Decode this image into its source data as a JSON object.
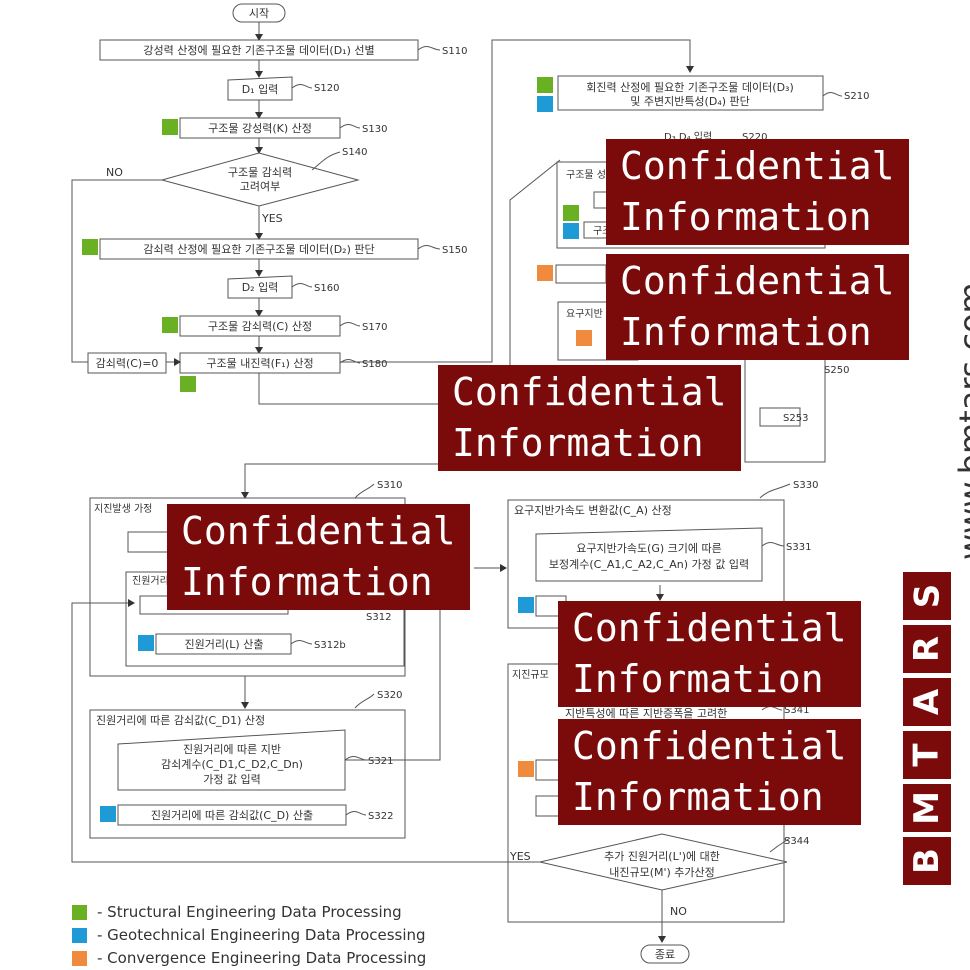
{
  "nodes": {
    "start": "시작",
    "s110": "강성력 산정에 필요한 기존구조물 데이터(D₁) 선별",
    "s120": "D₁ 입력",
    "s130": "구조물 강성력(K) 산정",
    "s140_line1": "구조물 감쇠력",
    "s140_line2": "고려여부",
    "s150": "감쇠력 산정에 필요한 기존구조물 데이터(D₂) 판단",
    "s160": "D₂ 입력",
    "s170": "구조물 감쇠력(C) 산정",
    "s180": "구조물 내진력(F₁) 산정",
    "c_zero": "감쇠력(C)=0",
    "s210_line1": "회진력 산정에 필요한 기존구조물 데이터(D₃)",
    "s210_line2": "및 주변지반특성(D₄) 판단",
    "s312b": "진원거리(L) 산출",
    "s320_title": "진원거리에 따른 감쇠값(C_D1) 산정",
    "s321_line1": "진원거리에 따른 지반",
    "s321_line2": "감쇠계수(C_D1,C_D2,C_Dn)",
    "s321_line3": "가정 값 입력",
    "s322": "진원거리에 따른 감쇠값(C_D) 산출",
    "s330_title": "요구지반가속도 변환값(C_A) 산정",
    "s331_line1": "요구지반가속도(G) 크기에 따른",
    "s331_line2": "보정계수(C_A1,C_A2,C_An) 가정 값 입력",
    "s341": "지반특성에 따른 지반증폭을 고려한",
    "s344_line1": "추가 진원거리(L')에 대한",
    "s344_line2": "내진규모(M') 추가산정",
    "end": "종료",
    "frag_s310": "지진발생 가정",
    "frag_s312": "진원거리",
    "frag_s340": "지진규모",
    "frag_s230": "구조물 성",
    "frag_s230b": "구조",
    "frag_s240": "요구지반",
    "frag_s220": "D₃ D₄ 입력"
  },
  "step_labels": {
    "s110": "S110",
    "s120": "S120",
    "s130": "S130",
    "s140": "S140",
    "s150": "S150",
    "s160": "S160",
    "s170": "S170",
    "s180": "S180",
    "s210": "S210",
    "s220": "S220",
    "s250": "S250",
    "s253": "S253",
    "s310": "S310",
    "s312": "S312",
    "s312b": "S312b",
    "s320": "S320",
    "s321": "S321",
    "s322": "S322",
    "s330": "S330",
    "s331": "S331",
    "s341": "S341",
    "s344": "S344"
  },
  "branch": {
    "no": "NO",
    "yes": "YES",
    "yes2": "YES",
    "no2": "NO"
  },
  "redaction": "Confidential\nInformation",
  "legend": [
    {
      "color": "#6ab023",
      "label": "- Structural Engineering Data Processing"
    },
    {
      "color": "#1e9ad6",
      "label": "- Geotechnical Engineering Data Processing"
    },
    {
      "color": "#f08a3c",
      "label": "- Convergence Engineering Data Processing"
    }
  ],
  "brand": {
    "letters": [
      "B",
      "M",
      "T",
      "A",
      "R",
      "S"
    ],
    "url": "www.bmtars.com"
  },
  "colors": {
    "structural": "#6ab023",
    "geotechnical": "#1e9ad6",
    "convergence": "#f08a3c",
    "redaction": "#7b0b0b"
  }
}
